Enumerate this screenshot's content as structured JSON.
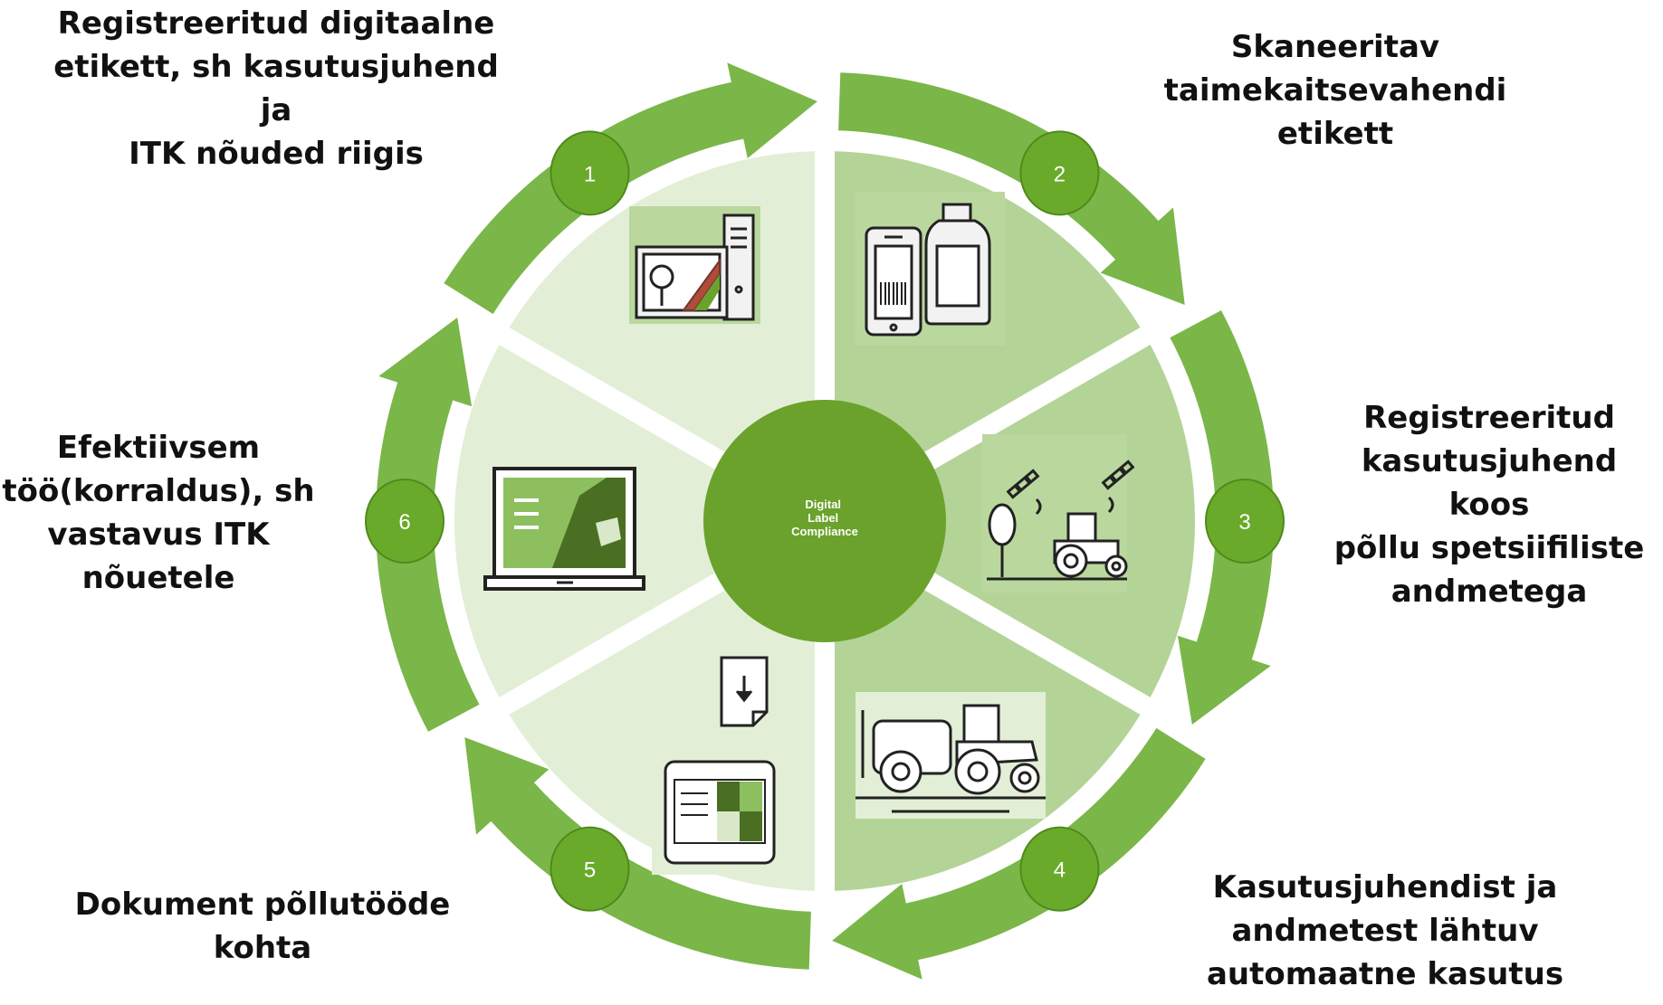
{
  "center": {
    "title": "Digital\nLabel\nCompliance"
  },
  "steps": [
    {
      "number": "1",
      "label": "Registreeritud digitaalne\netikett, sh kasutusjuhend ja\nITK nõuded riigis"
    },
    {
      "number": "2",
      "label": "Skaneeritav\ntaimekaitsevahendi etikett"
    },
    {
      "number": "3",
      "label": "Registreeritud\nkasutusjuhend koos\npõllu spetsiifiliste\nandmetega"
    },
    {
      "number": "4",
      "label": "Kasutusjuhendist ja\nandmetest lähtuv\nautomaatne kasutus"
    },
    {
      "number": "5",
      "label": "Dokument põllutööde\nkohta"
    },
    {
      "number": "6",
      "label": "Efektiivsem\ntöö(korraldus), sh\nvastavus ITK\nnõuetele"
    }
  ],
  "icons": [
    "computer-map-icon",
    "phone-barcode-bottle-icon",
    "tractor-satellite-icon",
    "tractor-sprayer-icon",
    "document-download-terminal-icon",
    "laptop-map-icon"
  ],
  "colors": {
    "arrow": "#7ab648",
    "badge": "#6aaa2a",
    "center": "#6aa22c",
    "sector_dark": "#b3d496",
    "sector_mid": "#c9e2b2",
    "sector_light": "#e2efd6",
    "ink": "#222222"
  }
}
